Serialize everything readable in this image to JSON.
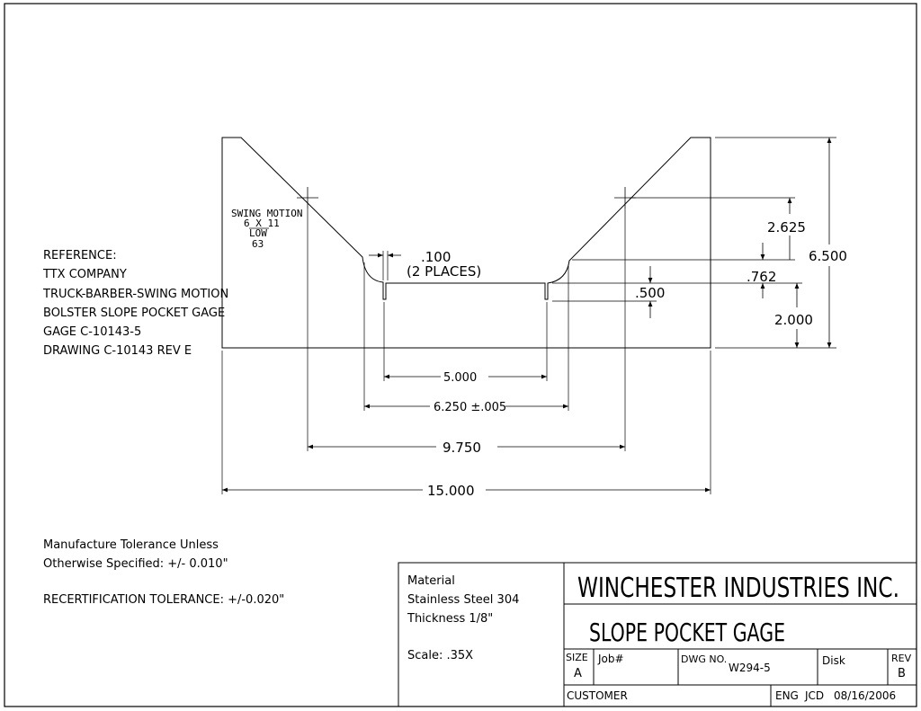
{
  "reference": {
    "lines": [
      "REFERENCE:",
      "TTX COMPANY",
      "TRUCK-BARBER-SWING MOTION",
      "BOLSTER SLOPE POCKET GAGE",
      "GAGE C-10143-5",
      "DRAWING C-10143 REV E"
    ]
  },
  "part_note": [
    "SWING MOTION",
    "6 X 11",
    "LOW",
    "63"
  ],
  "dimensions": {
    "d_100": ".100",
    "d_100_note": "(2 PLACES)",
    "d_2625": "2.625",
    "d_6500": "6.500",
    "d_762": ".762",
    "d_500": ".500",
    "d_2000": "2.000",
    "d_5000": "5.000",
    "d_6250": "6.250 ±.005",
    "d_9750": "9.750",
    "d_15000": "15.000"
  },
  "tolerance": {
    "line1": "Manufacture Tolerance Unless",
    "line2": "Otherwise Specified: +/- 0.010\"",
    "recert": "RECERTIFICATION TOLERANCE: +/-0.020\""
  },
  "material": {
    "label": "Material",
    "value": "Stainless Steel 304",
    "thickness": "Thickness 1/8\"",
    "scale": "Scale: .35X"
  },
  "title_block": {
    "company": "WINCHESTER INDUSTRIES INC.",
    "title": "SLOPE POCKET GAGE",
    "size_label": "SIZE",
    "size_value": "A",
    "job_label": "Job#",
    "dwg_label": "DWG NO.",
    "dwg_value": "W294-5",
    "disk_label": "Disk",
    "rev_label": "REV",
    "rev_value": "B",
    "customer_label": "CUSTOMER",
    "eng_label": "ENG",
    "eng_value": "JCD",
    "date": "08/16/2006"
  }
}
